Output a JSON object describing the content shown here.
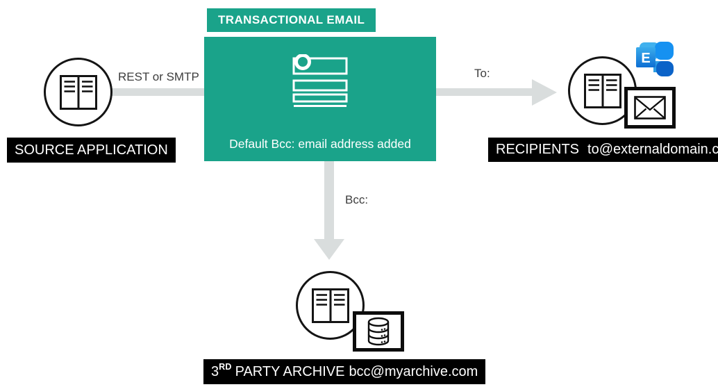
{
  "diagram": {
    "title": "TRANSACTIONAL EMAIL",
    "processor_note": "Default Bcc: email address added",
    "source_label": "SOURCE APPLICATION",
    "left_connector_label": "REST or SMTP",
    "to_label": "To:",
    "bcc_label": "Bcc:",
    "recipients_title": "RECIPIENTS",
    "recipients_address": "to@externaldomain.com",
    "archive_prefix": "3",
    "archive_ordinal": "RD",
    "archive_title": "PARTY ARCHIVE",
    "archive_address": "bcc@myarchive.com",
    "exchange_letter": "E"
  },
  "colors": {
    "teal": "#1aa38a",
    "arrow_gray": "#d9dddd",
    "label_bg": "#000000",
    "label_text": "#ffffff",
    "annotation_text": "#3d3d3d",
    "icon_stroke": "#141414",
    "exchange_light_blue": "#41b1ee",
    "exchange_blue": "#1691f1",
    "exchange_dark_blue": "#0b63c8"
  }
}
